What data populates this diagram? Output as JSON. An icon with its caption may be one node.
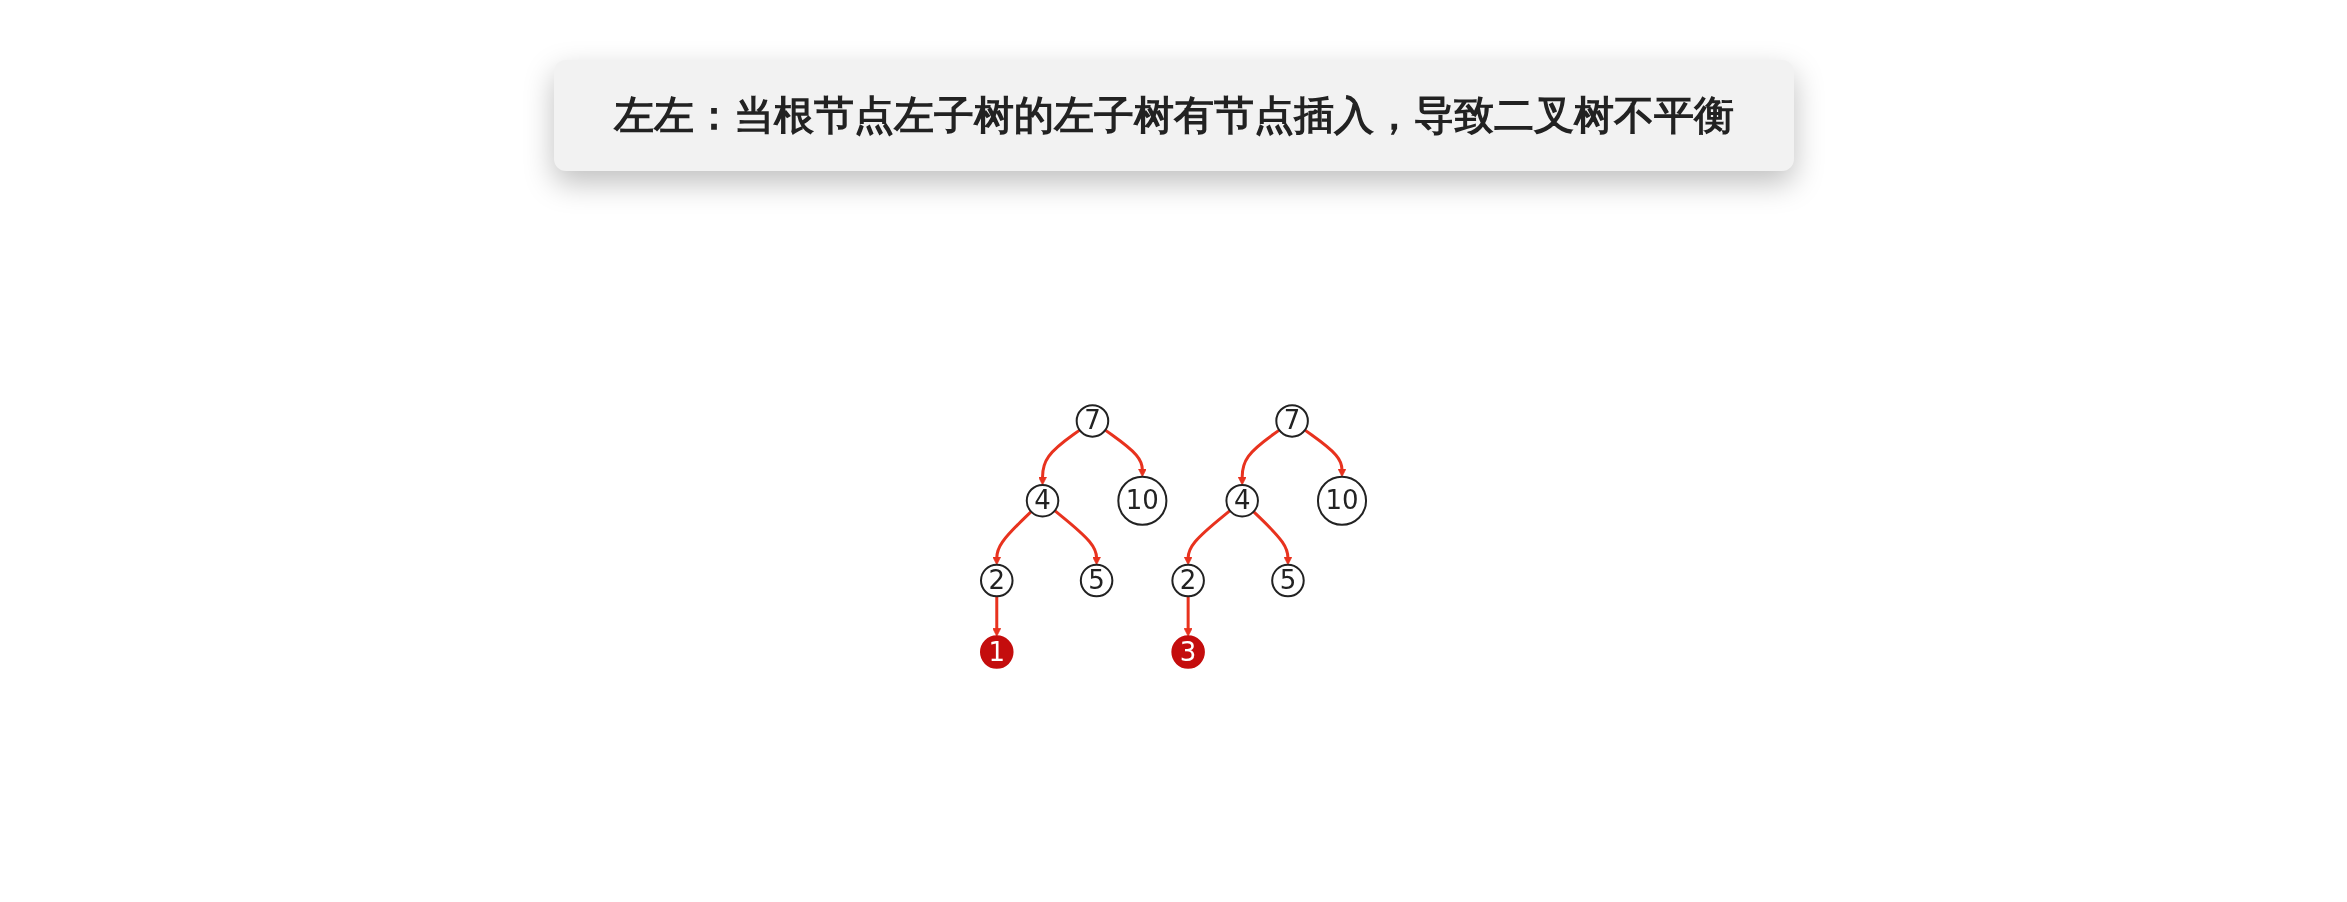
{
  "diagram": {
    "title": "左左：当根节点左子树的左子树有节点插入，导致二叉树不平衡",
    "nodes": [
      {
        "text": [
          "7"
        ]
      },
      {
        "text": [
          "4"
        ]
      },
      {
        "text": [
          "10"
        ]
      },
      {
        "text": [
          "2"
        ]
      },
      {
        "text": [
          "5"
        ]
      },
      {
        "text": [
          "1"
        ]
      },
      {
        "text": [
          "7"
        ]
      },
      {
        "text": [
          "4"
        ]
      },
      {
        "text": [
          "10"
        ]
      },
      {
        "text": [
          "2"
        ]
      },
      {
        "text": [
          "5"
        ]
      },
      {
        "text": [
          "3"
        ]
      }
    ],
    "edges": [
      {
        "from": 0,
        "to": 1,
        "arrow": "to"
      },
      {
        "from": 0,
        "to": 2,
        "arrow": "to"
      },
      {
        "from": 1,
        "to": 3,
        "arrow": "to"
      },
      {
        "from": 1,
        "to": 4,
        "arrow": "to"
      },
      {
        "from": 3,
        "to": 5,
        "arrow": "to"
      },
      {
        "from": 6,
        "to": 7,
        "arrow": "to"
      },
      {
        "from": 6,
        "to": 8,
        "arrow": "to"
      },
      {
        "from": 7,
        "to": 9,
        "arrow": "to"
      },
      {
        "from": 7,
        "to": 10,
        "arrow": "to"
      },
      {
        "from": 9,
        "to": 11,
        "arrow": "to"
      }
    ]
  }
}
